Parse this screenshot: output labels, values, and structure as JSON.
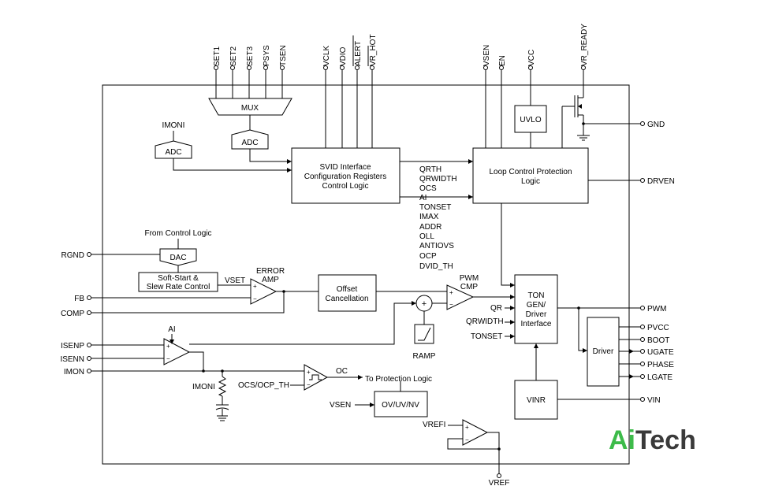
{
  "blocks": {
    "mux": "MUX",
    "adc": "ADC",
    "imoni_label": "IMONI",
    "svid": [
      "SVID Interface",
      "Configuration Registers",
      "Control Logic"
    ],
    "uvlo": "UVLO",
    "loop_ctrl": [
      "Loop Control Protection",
      "Logic"
    ],
    "dac": "DAC",
    "from_ctrl": "From Control Logic",
    "soft_start": [
      "Soft-Start &",
      "Slew Rate Control"
    ],
    "vset": "VSET",
    "error_amp": [
      "ERROR",
      "AMP"
    ],
    "offset": [
      "Offset",
      "Cancellation"
    ],
    "pwm_cmp": [
      "PWM",
      "CMP"
    ],
    "ton_gen": [
      "TON",
      "GEN/",
      "Driver",
      "Interface"
    ],
    "driver": "Driver",
    "vinr": "VINR",
    "ramp": "RAMP",
    "qr": "QR",
    "qrwidth": "QRWIDTH",
    "tonset": "TONSET",
    "ai": "AI",
    "oc": "OC",
    "ocs_ocp_th": "OCS/OCP_TH",
    "to_protection": "To Protection Logic",
    "ovuvnv": "OV/UV/NV",
    "vsen_in": "VSEN",
    "vrefi": "VREFI",
    "plus": "+",
    "minus": "−"
  },
  "svid_signals": [
    "QRTH",
    "QRWIDTH",
    "OCS",
    "AI",
    "TONSET",
    "IMAX",
    "ADDR",
    "OLL",
    "ANTIOVS",
    "OCP",
    "DVID_TH"
  ],
  "top_pins": [
    "SET1",
    "SET2",
    "SET3",
    "PSYS",
    "TSEN",
    "VCLK",
    "VDIO",
    "ALERT",
    "VR_HOT",
    "VSEN",
    "EN",
    "VCC",
    "VR_READY"
  ],
  "left_pins": [
    "RGND",
    "FB",
    "COMP",
    "ISENP",
    "ISENN",
    "IMON"
  ],
  "right_pins": [
    "GND",
    "DRVEN",
    "PWM",
    "PVCC",
    "BOOT",
    "UGATE",
    "PHASE",
    "LGATE",
    "VIN"
  ],
  "bottom_pin": "VREF",
  "logo": {
    "part1": "Ai",
    "part2": "Tech",
    "color1": "#3dbb4a",
    "color2": "#3a3a3a"
  }
}
